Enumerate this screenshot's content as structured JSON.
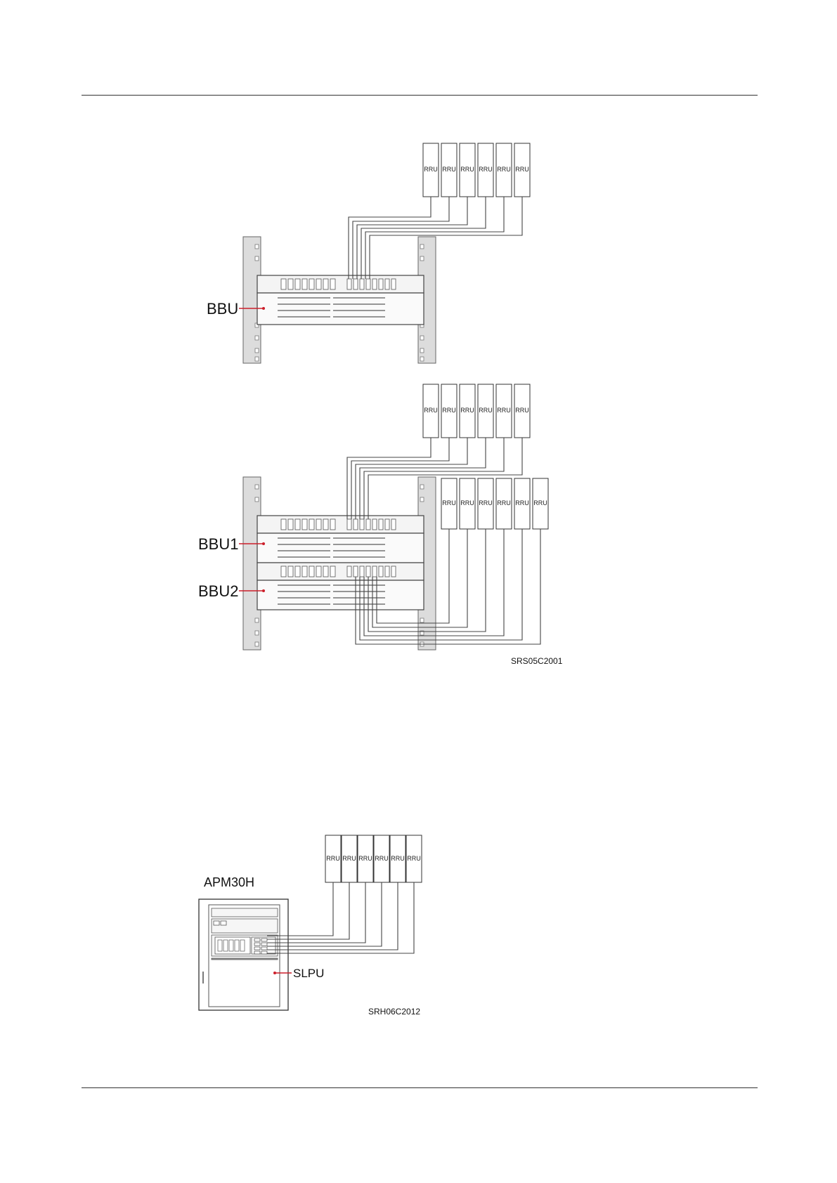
{
  "diagram1": {
    "label_bbu": "BBU",
    "rru_label": "RRU",
    "code": "SRS05C2001"
  },
  "diagram2": {
    "label_bbu1": "BBU1",
    "label_bbu2": "BBU2",
    "code": "SRS05C2001"
  },
  "diagram3": {
    "label_cabinet": "APM30H",
    "label_slpu": "SLPU",
    "code": "SRH06C2012"
  },
  "colors": {
    "leader": "#cc1f2b",
    "line": "#444444",
    "rail": "#d9d9d9"
  }
}
